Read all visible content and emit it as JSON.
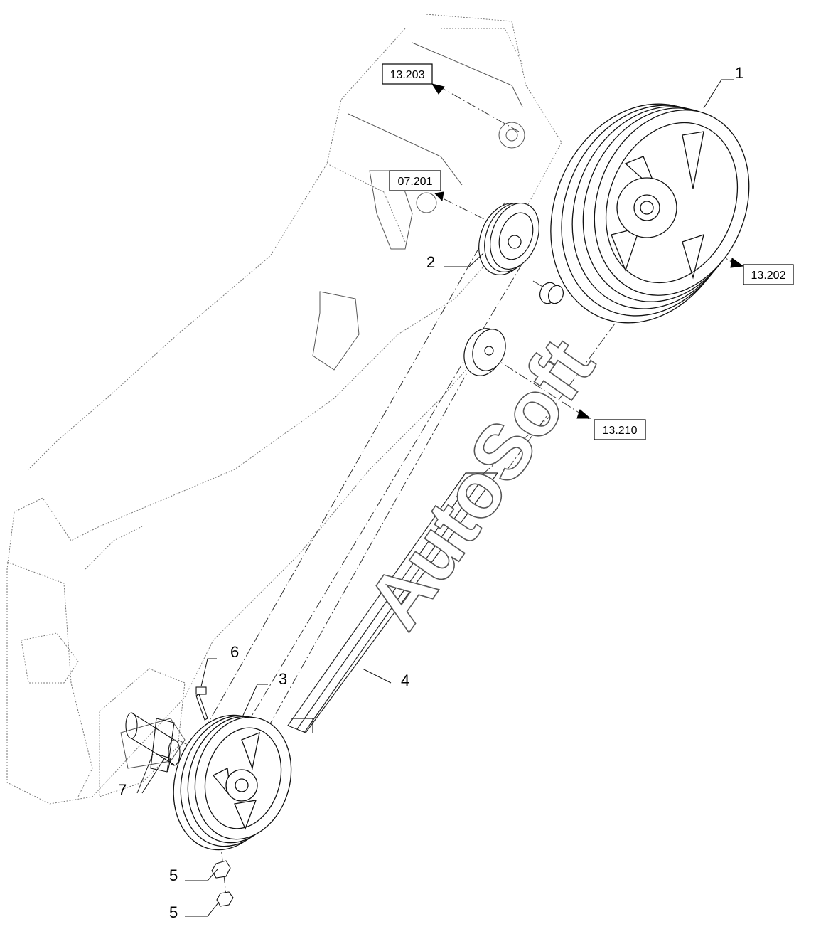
{
  "diagram": {
    "part_labels": [
      "1",
      "2",
      "3",
      "4",
      "5",
      "5",
      "6",
      "7"
    ],
    "reference_boxes": [
      "13.203",
      "07.201",
      "13.202",
      "13.210"
    ],
    "watermark": "AutoSoft"
  }
}
